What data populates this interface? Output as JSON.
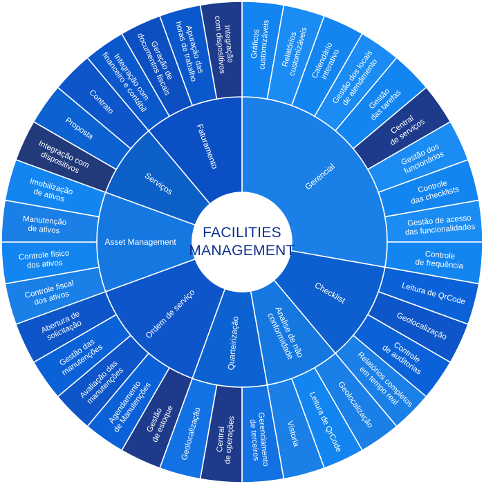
{
  "center": {
    "line1": "FACILITIES",
    "line2": "MANAGEMENT"
  },
  "colors": {
    "text": "#ffffff",
    "title": "#0d2f8f",
    "divider": "#ffffff"
  },
  "categories": [
    {
      "label": "Gerencial",
      "color": "#1a7fe6",
      "items": [
        {
          "lines": [
            "Gráficos",
            "customizáveis"
          ],
          "color": "#1385f0"
        },
        {
          "lines": [
            "Relatórios",
            "customizáveis"
          ],
          "color": "#1a8cf3"
        },
        {
          "lines": [
            "Calendário",
            "interativo"
          ],
          "color": "#1385f0"
        },
        {
          "lines": [
            "Gestão dos locais",
            "de atendimento"
          ],
          "color": "#1a8cf3"
        },
        {
          "lines": [
            "Gestão",
            "das tarefas"
          ],
          "color": "#1385f0"
        },
        {
          "lines": [
            "Central",
            "de serviços"
          ],
          "color": "#1e3a8a"
        },
        {
          "lines": [
            "Gestão dos",
            "funcionários"
          ],
          "color": "#1a8cf3"
        },
        {
          "lines": [
            "Controle",
            "das checklists"
          ],
          "color": "#1385f0"
        },
        {
          "lines": [
            "Gestão de acesso",
            "das funcionalidades"
          ],
          "color": "#1a8cf3"
        },
        {
          "lines": [
            "Controle",
            "de frequência"
          ],
          "color": "#1385f0"
        }
      ]
    },
    {
      "label": "Checklist",
      "color": "#0d5fd0",
      "items": [
        {
          "lines": [
            "Leitura de QrCode"
          ],
          "color": "#0b62d8"
        },
        {
          "lines": [
            "Geolocalização"
          ],
          "color": "#0d55c8"
        },
        {
          "lines": [
            "Controle",
            "de auditorias"
          ],
          "color": "#0b62d8"
        },
        {
          "lines": [
            "Relatórios completos",
            "em tempo real"
          ],
          "color": "#1a7fe6"
        }
      ]
    },
    {
      "label": "Analise de não conformidade",
      "labelLines": [
        "Analise de não",
        "conformidade"
      ],
      "color": "#1578e0",
      "items": [
        {
          "lines": [
            "Geolocalização"
          ],
          "color": "#1a7fe6"
        },
        {
          "lines": [
            "Leitura de QrCode"
          ],
          "color": "#1385f0"
        },
        {
          "lines": [
            "Vistoria"
          ],
          "color": "#1a7fe6"
        }
      ]
    },
    {
      "label": "Quarteirização",
      "color": "#0b62d0",
      "items": [
        {
          "lines": [
            "Gerenciamento",
            "de terceiros"
          ],
          "color": "#1372e3"
        },
        {
          "lines": [
            "Central",
            "de operações"
          ],
          "color": "#1e3a8a"
        },
        {
          "lines": [
            "Geolocalização"
          ],
          "color": "#1372e3"
        }
      ]
    },
    {
      "label": "Ordem de serviço",
      "color": "#0d55c8",
      "items": [
        {
          "lines": [
            "Gestão",
            "de estoque"
          ],
          "color": "#1e3a8a"
        },
        {
          "lines": [
            "Agendamento",
            "de Manutenções"
          ],
          "color": "#0b62d8"
        },
        {
          "lines": [
            "Avaliação das",
            "manutenções"
          ],
          "color": "#0d55c8"
        },
        {
          "lines": [
            "Gestão das",
            "manutenções"
          ],
          "color": "#0b62d8"
        },
        {
          "lines": [
            "Abertura de",
            "solicitação"
          ],
          "color": "#0d55c8"
        }
      ]
    },
    {
      "label": "Asset Management",
      "color": "#1578e0",
      "items": [
        {
          "lines": [
            "Controle fiscal",
            "dos ativos"
          ],
          "color": "#1a7fe6"
        },
        {
          "lines": [
            "Controle físico",
            "dos ativos"
          ],
          "color": "#1385f0"
        },
        {
          "lines": [
            "Manutenção",
            "de ativos"
          ],
          "color": "#1a7fe6"
        },
        {
          "lines": [
            "Imobilização",
            "de ativos"
          ],
          "color": "#1385f0"
        }
      ]
    },
    {
      "label": "Serviços",
      "color": "#0d5fc8",
      "items": [
        {
          "lines": [
            "Integração com",
            "dispositivos"
          ],
          "color": "#22397a"
        },
        {
          "lines": [
            "Proposta"
          ],
          "color": "#0b62d0"
        },
        {
          "lines": [
            "Contrato"
          ],
          "color": "#0d55c8"
        }
      ]
    },
    {
      "label": "Faturamento",
      "color": "#0b4fc4",
      "items": [
        {
          "lines": [
            "Integração com",
            "financeiro e contábil"
          ],
          "color": "#0b58cc"
        },
        {
          "lines": [
            "Geração de",
            "documentos fiscais"
          ],
          "color": "#0d4fc0"
        },
        {
          "lines": [
            "Apuração das",
            "horas de trabalho"
          ],
          "color": "#0b58cc"
        },
        {
          "lines": [
            "Integração",
            "com dispositivos"
          ],
          "color": "#1e3a8a"
        }
      ]
    }
  ]
}
